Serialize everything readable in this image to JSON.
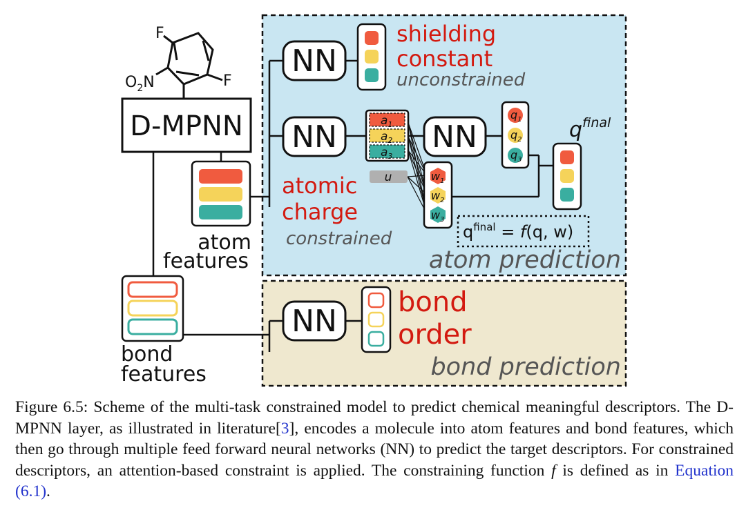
{
  "colors": {
    "atom_panel": "#c9e6f2",
    "bond_panel": "#efe8cf",
    "red": "#f05b3f",
    "yellow": "#f5d35a",
    "teal": "#3aaea0",
    "label_red": "#d31a10",
    "gray_text": "#555555",
    "u_gray": "#b0b0b0"
  },
  "molecule": {
    "f_top": "F",
    "f_right": "F",
    "nitro": "O",
    "nitro_sub": "2",
    "nitro_tail": "N"
  },
  "encoder": {
    "label": "D-MPNN"
  },
  "features": {
    "atom_line1": "atom",
    "atom_line2": "features",
    "bond_line1": "bond",
    "bond_line2": "features"
  },
  "nn_label": "NN",
  "shielding": {
    "line1": "shielding",
    "line2": "constant",
    "tag": "unconstrained"
  },
  "charge": {
    "line1": "atomic",
    "line2": "charge",
    "tag": "constrained",
    "a_labels": [
      "a",
      "a",
      "a"
    ],
    "a_subs": [
      "1",
      "2",
      "3"
    ],
    "u_label": "u",
    "w_labels": [
      "w",
      "w",
      "w"
    ],
    "w_subs": [
      "1",
      "2",
      "3"
    ],
    "q_labels": [
      "q",
      "q",
      "q"
    ],
    "q_subs": [
      "1",
      "2",
      "3"
    ],
    "qfinal_base": "q",
    "qfinal_sup": "final",
    "formula_q": "q",
    "formula_sup": "final",
    "formula_rest": " = ",
    "formula_f": "f",
    "formula_args": "(q, w)"
  },
  "atom_panel_title": "atom prediction",
  "bond": {
    "line1": "bond",
    "line2": "order",
    "panel_title": "bond prediction"
  },
  "caption": {
    "label": "Figure 6.5:",
    "part1": "Scheme of the multi-task constrained model to predict chemical meaningful descriptors. The D-MPNN layer, as illustrated in literature[",
    "ref": "3",
    "part2": "], encodes a molecule into atom features and bond features, which then go through multiple feed forward neural networks (NN) to predict the target descriptors. For constrained descriptors, an attention-based constraint is applied. The constraining function ",
    "f_symbol": "f",
    "part3": " is defined as in ",
    "eq_link": "Equation (6.1)",
    "part4": "."
  }
}
